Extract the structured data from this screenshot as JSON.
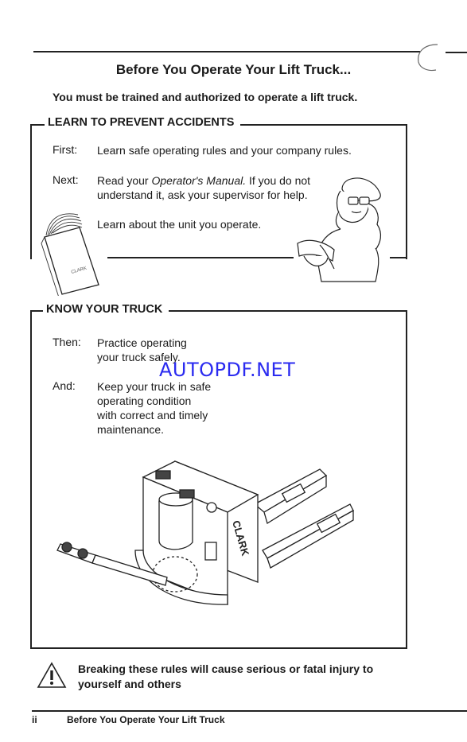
{
  "header": {
    "title": "Before You Operate Your  Lift Truck...",
    "subtitle": "You must be trained and authorized to operate a lift truck."
  },
  "learn_section": {
    "heading": "LEARN TO PREVENT ACCIDENTS",
    "rows": [
      {
        "label": "First:",
        "text": "Learn safe operating rules and your company rules."
      },
      {
        "label": "Next:",
        "text_pre": "Read your ",
        "text_em": "Operator's Manual.",
        "text_post": " If you do not",
        "text_line2": "understand it, ask your supervisor for help."
      },
      {
        "label": "",
        "text": "Learn about the unit you operate."
      }
    ]
  },
  "truck_section": {
    "heading": "KNOW YOUR TRUCK",
    "rows": [
      {
        "label": "Then:",
        "line1": "Practice operating",
        "line2": "your truck safely."
      },
      {
        "label": "And:",
        "line1": "Keep your truck in safe",
        "line2": "operating  condition",
        "line3": "with correct and timely",
        "line4": "maintenance."
      }
    ],
    "truck_brand": "CLARK"
  },
  "watermark": "AUTOPDF.NET",
  "warning": {
    "text_line1": "Breaking these rules will cause serious or fatal injury to",
    "text_line2": "yourself and others",
    "icon": "warning-triangle-icon"
  },
  "footer": {
    "page_number": "ii",
    "title": "Before You Operate Your Lift Truck"
  }
}
